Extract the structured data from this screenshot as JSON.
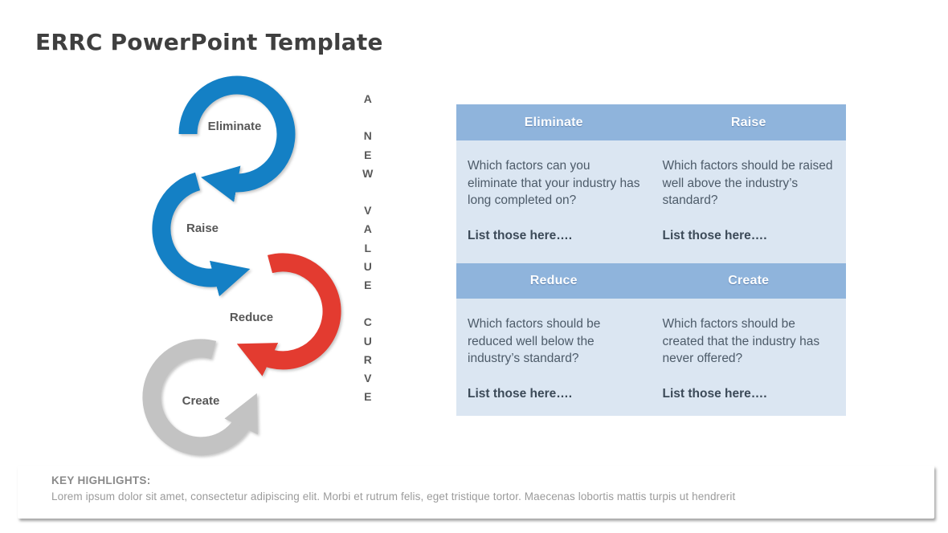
{
  "title": "ERRC PowerPoint Template",
  "diagram": {
    "steps": [
      {
        "label": "Eliminate",
        "color": "#1480c5"
      },
      {
        "label": "Raise",
        "color": "#1480c5"
      },
      {
        "label": "Reduce",
        "color": "#e33b30"
      },
      {
        "label": "Create",
        "color": "#c3c3c3"
      }
    ],
    "vertical_caption": "A NEW VALUE CURVE",
    "vertical_caption_lines": "A\n\nN\nE\nW\n\nV\nA\nL\nU\nE\n\nC\nU\nR\nV\nE"
  },
  "table": {
    "header_bg": "#8fb4dc",
    "body_bg": "#dbe6f2",
    "cells": [
      {
        "header": "Eliminate",
        "question": "Which factors can you eliminate that your industry has long completed on?",
        "cta": "List those here…."
      },
      {
        "header": "Raise",
        "question": "Which factors should be raised well above the industry’s standard?",
        "cta": "List those here…."
      },
      {
        "header": "Reduce",
        "question": "Which factors should be reduced well below the industry’s standard?",
        "cta": "List those here…."
      },
      {
        "header": "Create",
        "question": "Which factors should be created that the industry has never offered?",
        "cta": "List those here…."
      }
    ]
  },
  "footer": {
    "heading": "KEY HIGHLIGHTS:",
    "text": "Lorem ipsum dolor sit amet, consectetur adipiscing elit. Morbi et rutrum felis, eget tristique tortor. Maecenas lobortis mattis turpis ut hendrerit"
  }
}
